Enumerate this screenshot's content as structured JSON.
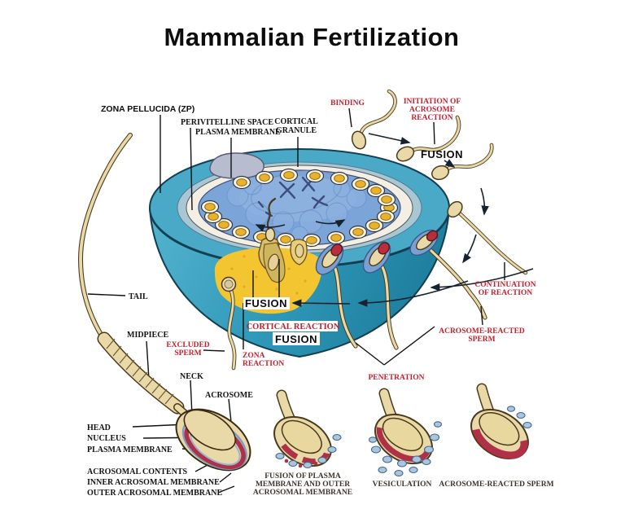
{
  "title": "Mammalian Fertilization",
  "colors": {
    "label_red": "#c5202f",
    "label_black": "#141414",
    "zona_teal": "#49a9c7",
    "front_face_teal": "#2c93b4",
    "egg_cytoplasm_blue": "#7ba5d8",
    "perivitelline_white": "#f3efe4",
    "cortical_granule_yellow": "#e9b22a",
    "zona_reaction_yellow": "#f3c531",
    "sperm_tan": "#ead9a8",
    "acrosome_red": "#b03048"
  },
  "egg": {
    "zona_pellucida": "ZONA PELLUCIDA (ZP)",
    "perivitelline_space": "PERIVITELLINE SPACE",
    "plasma_membrane": "PLASMA MEMBRANE",
    "cortical_granule_line1": "CORTICAL",
    "cortical_granule_line2": "GRANULE"
  },
  "stages": {
    "binding": "BINDING",
    "initiation_line1": "INITIATION OF",
    "initiation_line2": "ACROSOME",
    "initiation_line3": "REACTION",
    "fusion_top": "FUSION",
    "continuation_line1": "CONTINUATION",
    "continuation_line2": "OF REACTION",
    "acrosome_reacted_line1": "ACROSOME-REACTED",
    "acrosome_reacted_line2": "SPERM",
    "penetration": "PENETRATION",
    "fusion_mid": "FUSION",
    "cortical_reaction": "CORTICAL REACTION",
    "fusion_low": "FUSION",
    "zona_reaction_line1": "ZONA",
    "zona_reaction_line2": "REACTION",
    "excluded_sperm_line1": "EXCLUDED",
    "excluded_sperm_line2": "SPERM"
  },
  "sperm": {
    "tail": "TAIL",
    "midpiece": "MIDPIECE",
    "neck": "NECK",
    "acrosome": "ACROSOME",
    "head": "HEAD",
    "nucleus": "NUCLEUS",
    "plasma_membrane": "PLASMA MEMBRANE",
    "acrosomal_contents": "ACROSOMAL CONTENTS",
    "inner_acrosomal_membrane": "INNER ACROSOMAL MEMBRANE",
    "outer_acrosomal_membrane": "OUTER ACROSOMAL MEMBRANE"
  },
  "acrosome_stages": {
    "fusion_line1": "FUSION OF PLASMA",
    "fusion_line2": "MEMBRANE AND OUTER",
    "fusion_line3": "ACROSOMAL MEMBRANE",
    "vesiculation": "VESICULATION",
    "acrosome_reacted": "ACROSOME-REACTED SPERM"
  }
}
